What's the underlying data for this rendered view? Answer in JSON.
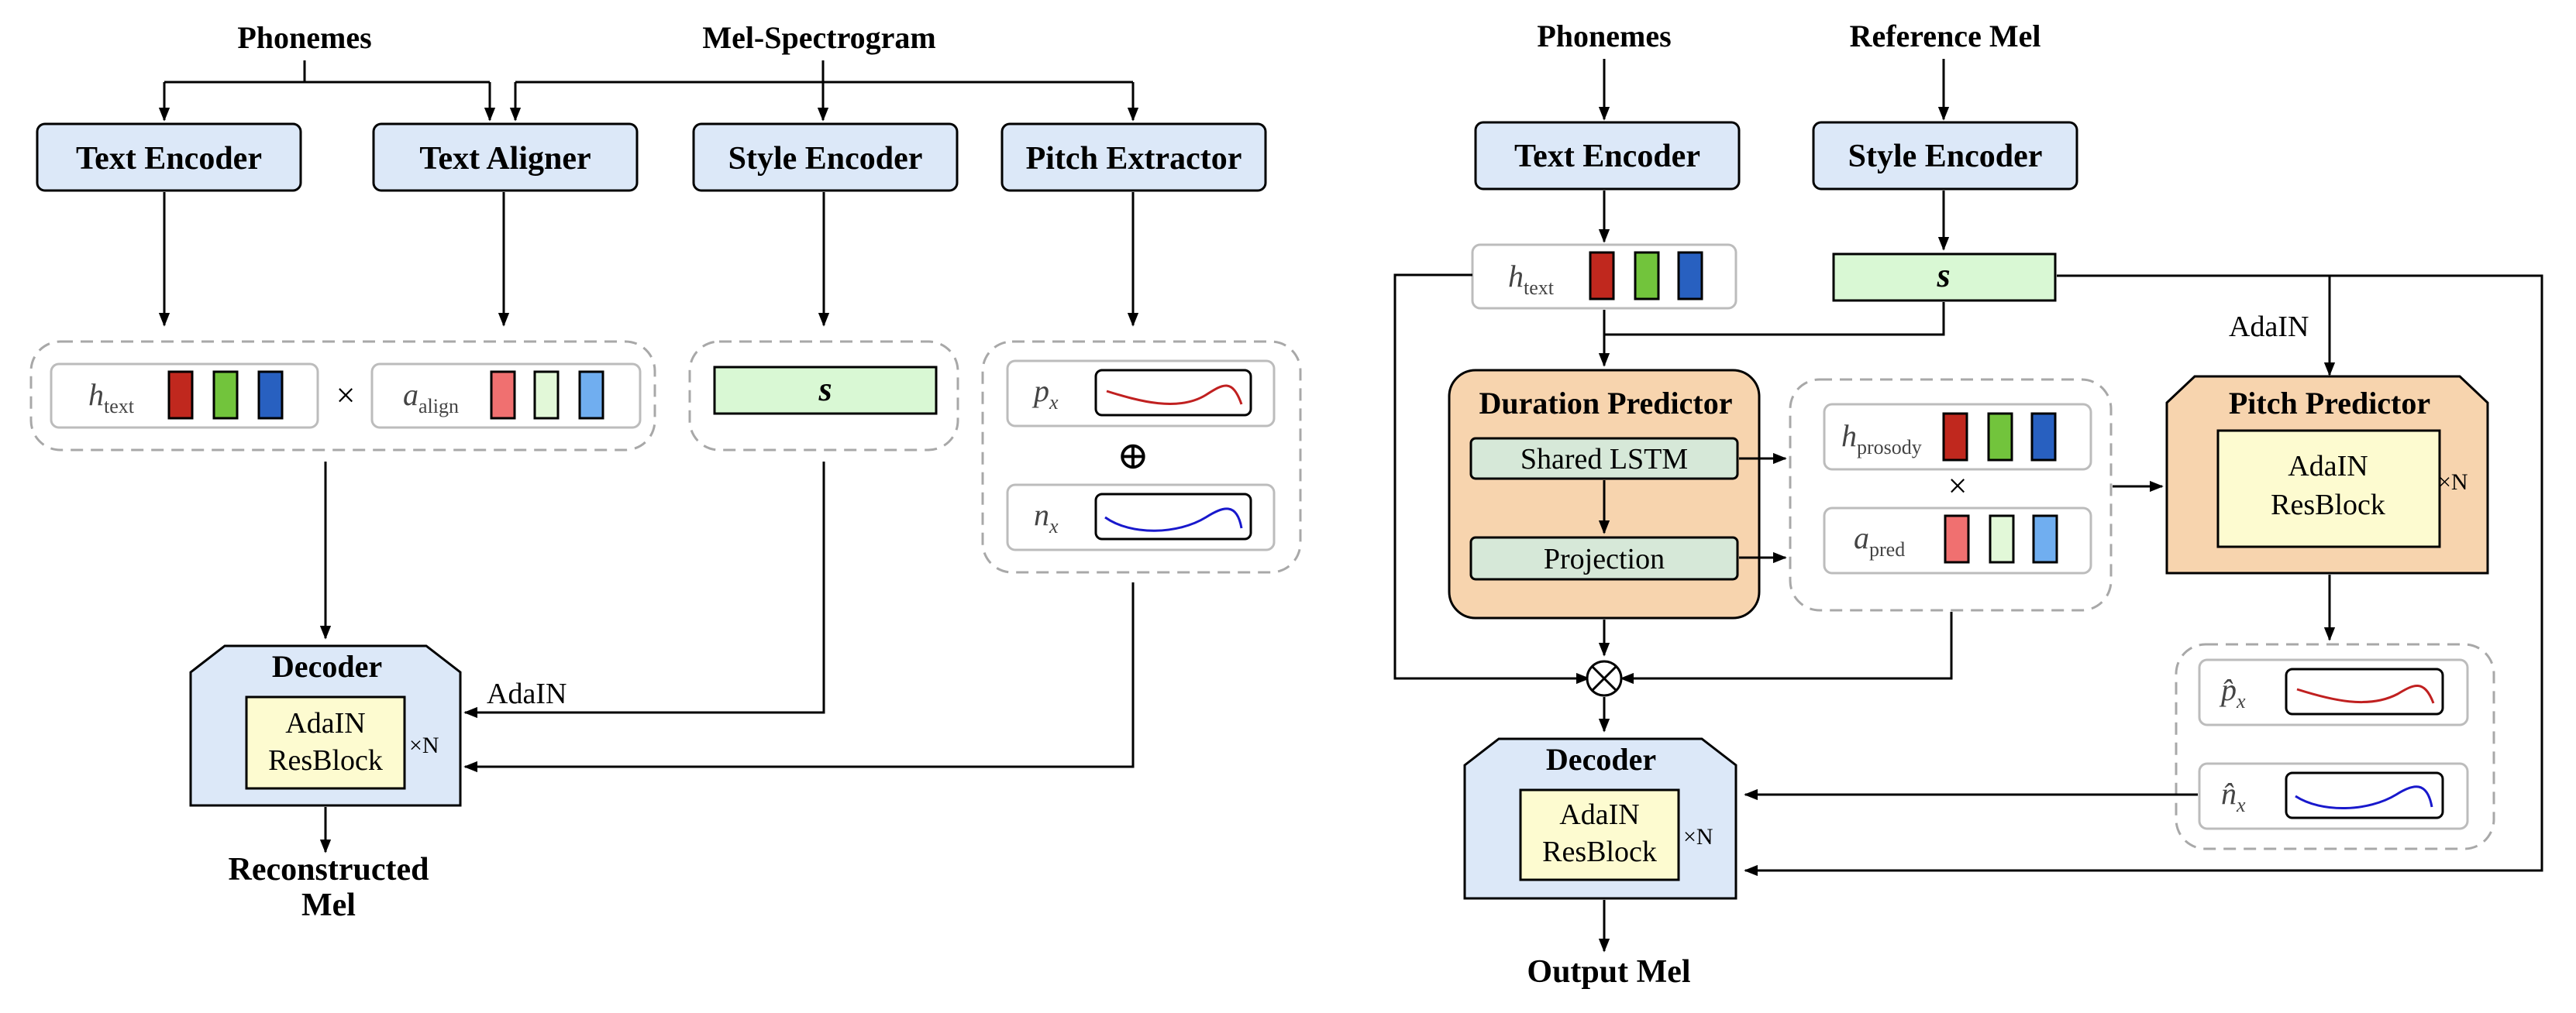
{
  "colors": {
    "line": "#000000",
    "encoder_fill": "#dce8f8",
    "predictor_fill": "#f7d4ae",
    "block_fill": "#fdfbd0",
    "style_fill": "#d9f8d4",
    "lstm_fill": "#d6e8d8",
    "dashed_border": "#a8a8a8",
    "token_red": "#c0281e",
    "token_green": "#72c43c",
    "token_blue": "#2860c0",
    "token_red_light": "#f07070",
    "token_green_light": "#e2f8d8",
    "token_blue_light": "#70aef0",
    "curve_red": "#c02020",
    "curve_blue": "#1818cc"
  },
  "left": {
    "input_phonemes": "Phonemes",
    "input_mel": "Mel-Spectrogram",
    "text_encoder": "Text Encoder",
    "text_aligner": "Text Aligner",
    "style_encoder": "Style Encoder",
    "pitch_extractor": "Pitch Extractor",
    "h_text": {
      "base": "h",
      "sub": "text"
    },
    "times": "×",
    "a_align": {
      "base": "a",
      "sub": "align"
    },
    "style_s": "s",
    "p_x": {
      "base": "p",
      "sub": "x"
    },
    "oplus": "⊕",
    "n_x": {
      "base": "n",
      "sub": "x"
    },
    "decoder": "Decoder",
    "adain_resblock_line1": "AdaIN",
    "adain_resblock_line2": "ResBlock",
    "repeat": "×N",
    "adain_label": "AdaIN",
    "output_line1": "Reconstructed",
    "output_line2": "Mel"
  },
  "right": {
    "input_phonemes": "Phonemes",
    "input_ref": "Reference Mel",
    "text_encoder": "Text Encoder",
    "style_encoder": "Style Encoder",
    "h_text": {
      "base": "h",
      "sub": "text"
    },
    "style_s": "s",
    "adain_label": "AdaIN",
    "duration_predictor": "Duration Predictor",
    "shared_lstm": "Shared LSTM",
    "projection": "Projection",
    "h_prosody": {
      "base": "h",
      "sub": "prosody"
    },
    "times": "×",
    "a_pred": {
      "base": "a",
      "sub": "pred"
    },
    "pitch_predictor": "Pitch Predictor",
    "adain_resblock_line1": "AdaIN",
    "adain_resblock_line2": "ResBlock",
    "repeat": "×N",
    "otimes": "⊗",
    "p_hat_x": {
      "base": "p̂",
      "sub": "x"
    },
    "n_hat_x": {
      "base": "n̂",
      "sub": "x"
    },
    "decoder": "Decoder",
    "output": "Output Mel"
  }
}
